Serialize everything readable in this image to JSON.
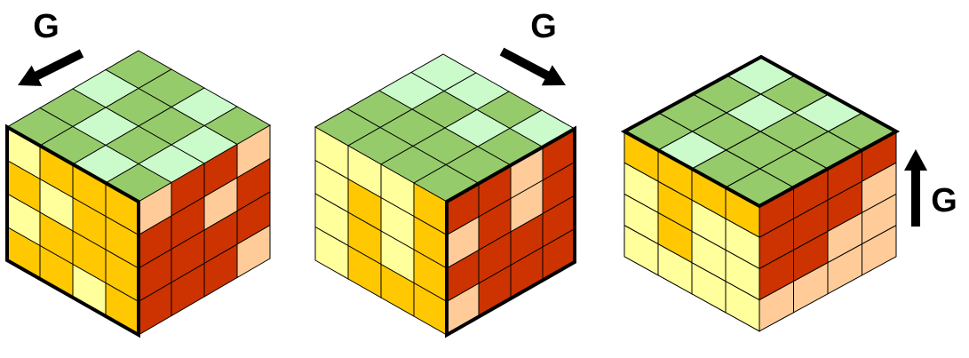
{
  "palette": {
    "top_light": "#cbfbcb",
    "top_dark": "#96cb6b",
    "left_light": "#ffff9b",
    "left_dark": "#ffc800",
    "right_light": "#ffcc99",
    "right_dark": "#cc3300",
    "line": "#000000"
  },
  "cubes": [
    {
      "id": "cube-1",
      "label": "G",
      "arrow_direction": "down-left",
      "edge_highlight": "left",
      "top": [
        [
          1,
          1,
          0,
          1
        ],
        [
          0,
          1,
          1,
          0
        ],
        [
          1,
          0,
          1,
          0
        ],
        [
          1,
          1,
          0,
          1
        ]
      ],
      "left": [
        [
          1,
          0,
          0,
          0
        ],
        [
          0,
          1,
          0,
          0
        ],
        [
          1,
          0,
          0,
          0
        ],
        [
          0,
          0,
          1,
          0
        ]
      ],
      "right": [
        [
          1,
          0,
          0,
          1
        ],
        [
          0,
          0,
          1,
          0
        ],
        [
          0,
          0,
          0,
          0
        ],
        [
          0,
          0,
          0,
          1
        ]
      ]
    },
    {
      "id": "cube-2",
      "label": "G",
      "arrow_direction": "down-right",
      "edge_highlight": "right",
      "top": [
        [
          0,
          0,
          1,
          0
        ],
        [
          0,
          1,
          0,
          1
        ],
        [
          1,
          1,
          1,
          1
        ],
        [
          1,
          1,
          1,
          1
        ]
      ],
      "left": [
        [
          1,
          1,
          1,
          0
        ],
        [
          1,
          0,
          1,
          0
        ],
        [
          1,
          0,
          1,
          0
        ],
        [
          1,
          0,
          0,
          0
        ]
      ],
      "right": [
        [
          0,
          0,
          1,
          0
        ],
        [
          1,
          0,
          1,
          0
        ],
        [
          0,
          0,
          0,
          0
        ],
        [
          1,
          0,
          0,
          0
        ]
      ]
    },
    {
      "id": "cube-3",
      "label": "G",
      "arrow_direction": "up",
      "edge_highlight": "top",
      "top": [
        [
          0,
          1,
          0,
          1
        ],
        [
          1,
          0,
          1,
          1
        ],
        [
          1,
          1,
          1,
          1
        ],
        [
          1,
          0,
          1,
          1
        ]
      ],
      "left": [
        [
          0,
          0,
          0,
          0
        ],
        [
          1,
          0,
          1,
          1
        ],
        [
          1,
          0,
          1,
          1
        ],
        [
          1,
          1,
          1,
          1
        ]
      ],
      "right": [
        [
          0,
          0,
          0,
          0
        ],
        [
          0,
          0,
          0,
          1
        ],
        [
          0,
          0,
          1,
          1
        ],
        [
          1,
          1,
          1,
          1
        ]
      ]
    }
  ]
}
